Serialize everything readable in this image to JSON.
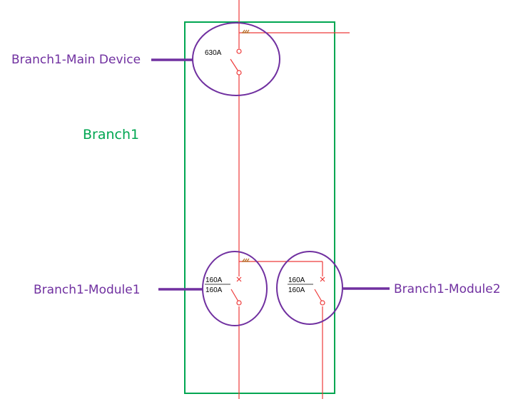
{
  "colors": {
    "wire": "#ee3a3a",
    "branch_box": "#00a651",
    "callout": "#7030a0",
    "rating_text": "#000000",
    "earth_mark": "#b5651d"
  },
  "labels": {
    "branch": "Branch1",
    "main_device": "Branch1-Main Device",
    "module1": "Branch1-Module1",
    "module2": "Branch1-Module2"
  },
  "ratings": {
    "main_device": "630A",
    "module1_top": "160A",
    "module1_bottom": "160A",
    "module2_top": "160A",
    "module2_bottom": "160A"
  }
}
